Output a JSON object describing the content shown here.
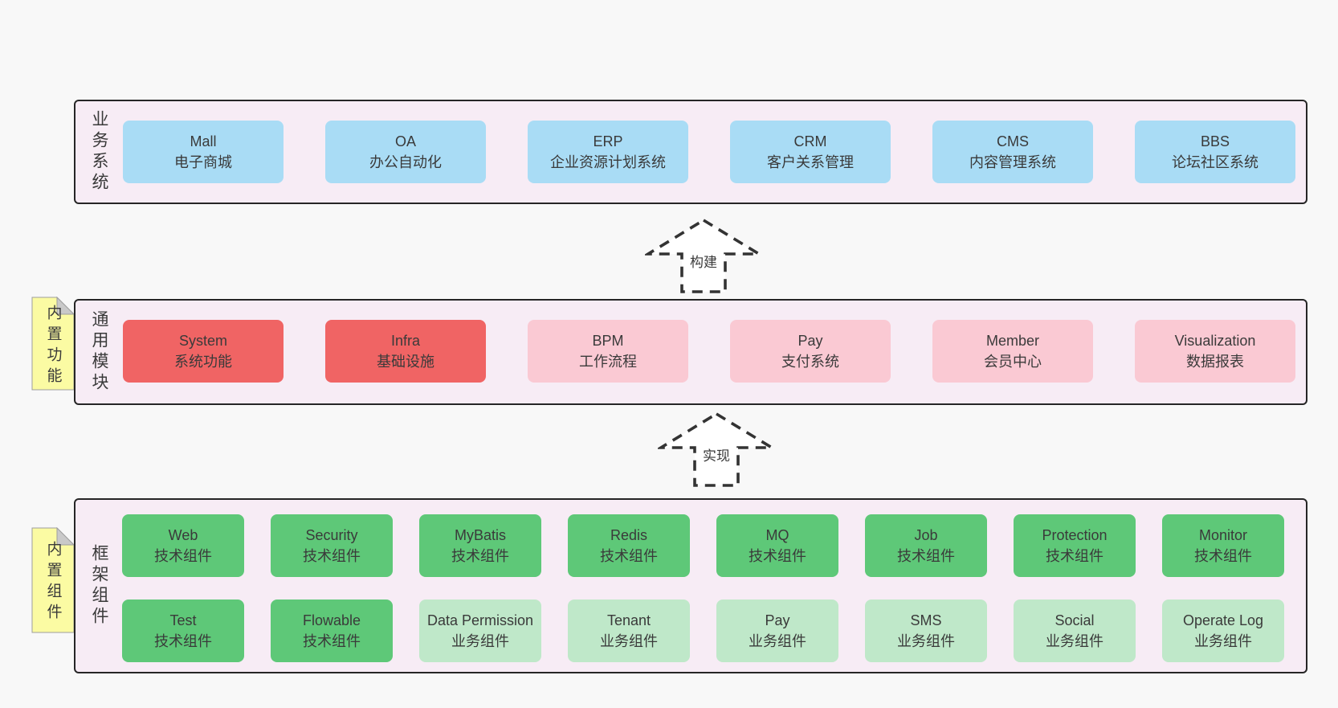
{
  "colors": {
    "page_bg": "#f8f8f8",
    "layer_bg": "#f7ecf5",
    "layer_border": "#262626",
    "blue": "#a9dcf5",
    "red": "#f06464",
    "pink": "#fac9d3",
    "green": "#5ec878",
    "green_light": "#bfe8c9",
    "yellow": "#fbfba3",
    "fold_gray": "#c9c9c9",
    "note_border": "#9e9e9e",
    "arrow_stroke": "#333333",
    "text": "#3a3a3a"
  },
  "layers": [
    {
      "label": "业务系统",
      "boxes": [
        {
          "name": "Mall",
          "desc": "电子商城",
          "variant": "blue"
        },
        {
          "name": "OA",
          "desc": "办公自动化",
          "variant": "blue"
        },
        {
          "name": "ERP",
          "desc": "企业资源计划系统",
          "variant": "blue"
        },
        {
          "name": "CRM",
          "desc": "客户关系管理",
          "variant": "blue"
        },
        {
          "name": "CMS",
          "desc": "内容管理系统",
          "variant": "blue"
        },
        {
          "name": "BBS",
          "desc": "论坛社区系统",
          "variant": "blue"
        }
      ]
    },
    {
      "label": "通用模块",
      "note": "内置功能",
      "boxes": [
        {
          "name": "System",
          "desc": "系统功能",
          "variant": "red"
        },
        {
          "name": "Infra",
          "desc": "基础设施",
          "variant": "red"
        },
        {
          "name": "BPM",
          "desc": "工作流程",
          "variant": "pink"
        },
        {
          "name": "Pay",
          "desc": "支付系统",
          "variant": "pink"
        },
        {
          "name": "Member",
          "desc": "会员中心",
          "variant": "pink"
        },
        {
          "name": "Visualization",
          "desc": "数据报表",
          "variant": "pink"
        }
      ]
    },
    {
      "label": "框架组件",
      "note": "内置组件",
      "rows": [
        [
          {
            "name": "Web",
            "desc": "技术组件",
            "variant": "green"
          },
          {
            "name": "Security",
            "desc": "技术组件",
            "variant": "green"
          },
          {
            "name": "MyBatis",
            "desc": "技术组件",
            "variant": "green"
          },
          {
            "name": "Redis",
            "desc": "技术组件",
            "variant": "green"
          },
          {
            "name": "MQ",
            "desc": "技术组件",
            "variant": "green"
          },
          {
            "name": "Job",
            "desc": "技术组件",
            "variant": "green"
          },
          {
            "name": "Protection",
            "desc": "技术组件",
            "variant": "green"
          },
          {
            "name": "Monitor",
            "desc": "技术组件",
            "variant": "green"
          }
        ],
        [
          {
            "name": "Test",
            "desc": "技术组件",
            "variant": "green"
          },
          {
            "name": "Flowable",
            "desc": "技术组件",
            "variant": "green"
          },
          {
            "name": "Data Permission",
            "desc": "业务组件",
            "variant": "green-light"
          },
          {
            "name": "Tenant",
            "desc": "业务组件",
            "variant": "green-light"
          },
          {
            "name": "Pay",
            "desc": "业务组件",
            "variant": "green-light"
          },
          {
            "name": "SMS",
            "desc": "业务组件",
            "variant": "green-light"
          },
          {
            "name": "Social",
            "desc": "业务组件",
            "variant": "green-light"
          },
          {
            "name": "Operate Log",
            "desc": "业务组件",
            "variant": "green-light"
          }
        ]
      ]
    }
  ],
  "arrows": [
    {
      "label": "构建"
    },
    {
      "label": "实现"
    }
  ]
}
